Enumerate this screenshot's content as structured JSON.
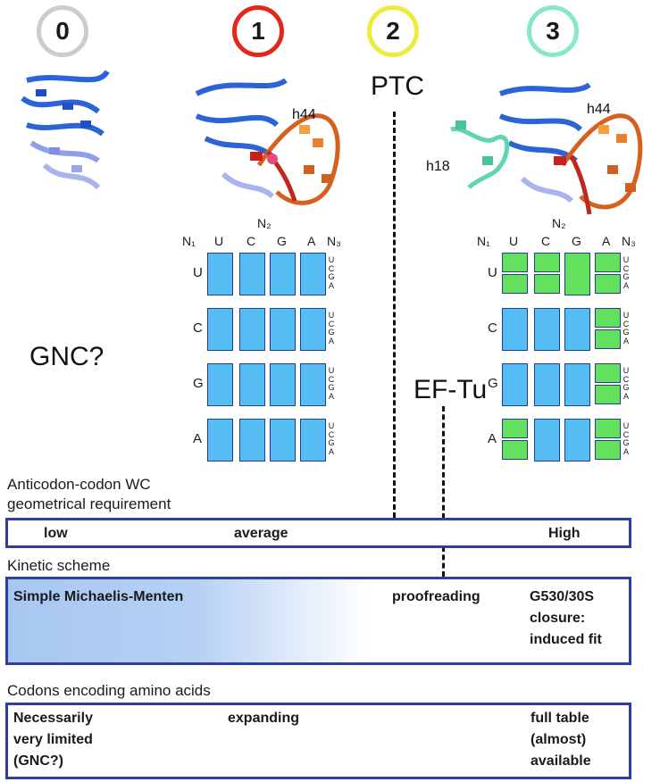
{
  "stages": [
    {
      "label": "0",
      "color": "#cccccc"
    },
    {
      "label": "1",
      "color": "#e2281b"
    },
    {
      "label": "2",
      "color": "#eeeb3a"
    },
    {
      "label": "3",
      "color": "#86e8c8"
    }
  ],
  "labels": {
    "ptc": "PTC",
    "h44_a": "h44",
    "h44_b": "h44",
    "h18": "h18",
    "gnc": "GNC?",
    "ef_tu": "EF-Tu"
  },
  "codon_table": {
    "n1": "N₁",
    "n2": "N₂",
    "n3": "N₃",
    "columns": [
      "U",
      "C",
      "G",
      "A"
    ],
    "rows": [
      "U",
      "C",
      "G",
      "A"
    ],
    "third": [
      "U",
      "C",
      "G",
      "A"
    ],
    "colors": {
      "blue": "#55bdf4",
      "green": "#64e05f",
      "border": "#1f3f92"
    }
  },
  "section1": {
    "title": "Anticodon-codon WC\ngeometrical requirement",
    "low": "low",
    "average": "average",
    "high": "High"
  },
  "section2": {
    "title": "Kinetic scheme",
    "simple": "Simple Michaelis-Menten",
    "proofreading": "proofreading",
    "closure": "G530/30S\nclosure:\ninduced fit"
  },
  "section3": {
    "title": "Codons encoding amino acids",
    "limited": "Necessarily\nvery limited\n(GNC?)",
    "expanding": "expanding",
    "full": "full table\n(almost)\navailable"
  }
}
